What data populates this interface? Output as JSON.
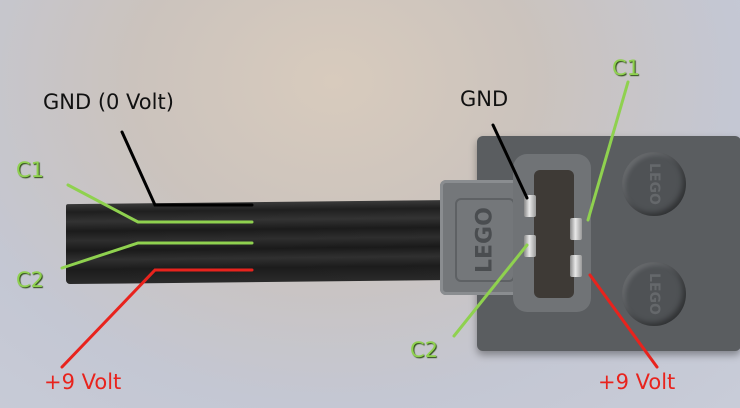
{
  "diagram": {
    "subject": "LEGO Power Functions cable and connector pinout",
    "colors": {
      "gnd": "#000000",
      "c1": "#8fd14f",
      "c2": "#8fd14f",
      "power": "#e8231d"
    },
    "cable_labels": {
      "gnd": "GND (0 Volt)",
      "c1": "C1",
      "c2": "C2",
      "power": "+9 Volt"
    },
    "connector_labels": {
      "gnd": "GND",
      "c1": "C1",
      "c2": "C2",
      "power": "+9 Volt"
    },
    "brick_marking": "LEGO",
    "stud_marking": "LEGO"
  }
}
